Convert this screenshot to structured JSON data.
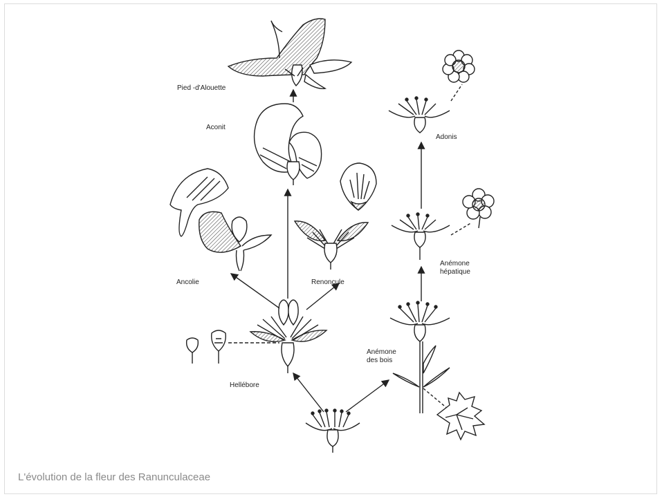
{
  "figure": {
    "labels": {
      "pied_alouette": "Pied -d'Alouette",
      "aconit": "Aconit",
      "adonis": "Adonis",
      "ancolie": "Ancolie",
      "renoncule": "Renoncule",
      "anemone_hepatique_1": "Anémone",
      "anemone_hepatique_2": "hépatique",
      "anemone_bois_1": "Anémone",
      "anemone_bois_2": "des bois",
      "hellebore": "Hellébore"
    },
    "caption": "L'évolution de la fleur des Ranunculaceae"
  }
}
